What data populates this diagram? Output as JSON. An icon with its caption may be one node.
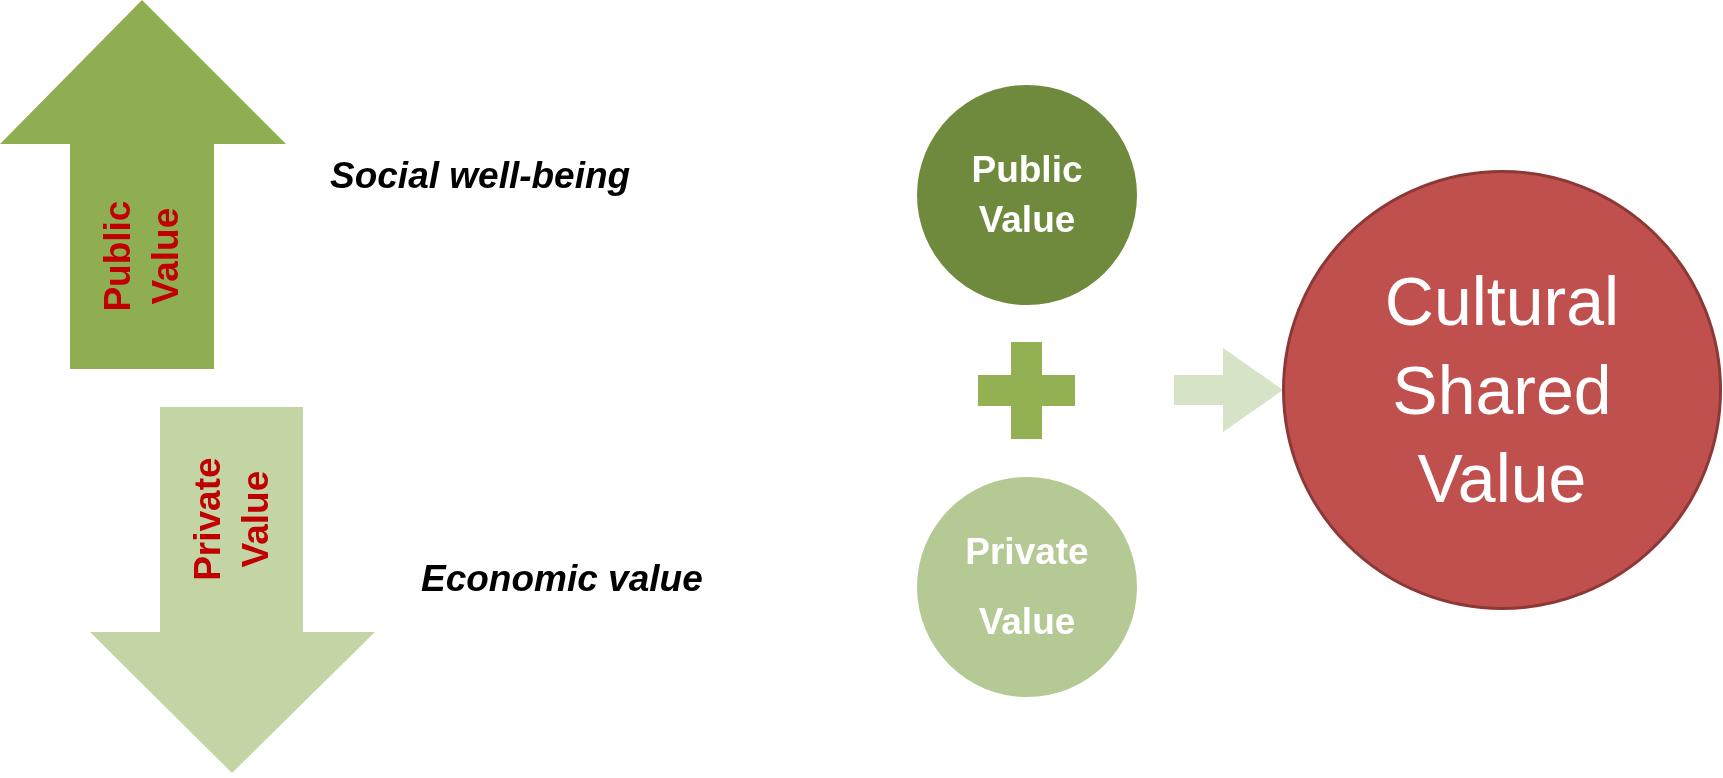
{
  "diagram": {
    "nodes": [
      {
        "text": [
          "Public Value"
        ]
      },
      {
        "text": [
          "Private Value"
        ]
      },
      {
        "text": [
          "Public Value"
        ]
      },
      {
        "text": [],
        "shape": "plus"
      },
      {
        "text": [
          "Private Value"
        ]
      },
      {
        "text": [
          "Cultural Shared Value"
        ]
      }
    ],
    "edges": [
      {
        "from": 3,
        "to": 5,
        "arrow": "to"
      }
    ],
    "labels": [
      "Social well-being",
      "Economic value"
    ]
  }
}
